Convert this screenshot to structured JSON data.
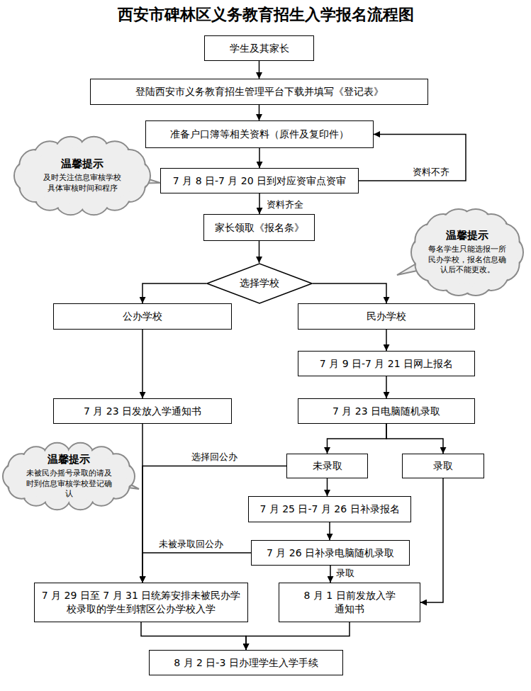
{
  "diagram": {
    "title": "西安市碑林区义务教育招生入学报名流程图",
    "nodes": [
      {
        "text": [
          "学生及其家长"
        ]
      },
      {
        "text": [
          "登陆西安市义务教育招生管理平台下载并填写《登记表》"
        ]
      },
      {
        "text": [
          "准备户口簿等相关资料（原件及复印件）"
        ]
      },
      {
        "text": [
          "7 月 8 日-7 月 20 日到对应资审点资审"
        ]
      },
      {
        "text": [
          "家长领取《报名条》"
        ]
      },
      {
        "text": [
          "选择学校"
        ]
      },
      {
        "text": [
          "公办学校"
        ]
      },
      {
        "text": [
          "民办学校"
        ]
      },
      {
        "text": [
          "7 月 9 日-7 月 21 日网上报名"
        ]
      },
      {
        "text": [
          "7 月 23 日发放入学通知书"
        ]
      },
      {
        "text": [
          "7 月 23 日电脑随机录取"
        ]
      },
      {
        "text": [
          "未录取"
        ]
      },
      {
        "text": [
          "录取"
        ]
      },
      {
        "text": [
          "7 月 25 日-7 月 26 日补录报名"
        ]
      },
      {
        "text": [
          "7 月 26 日补录电脑随机录取"
        ]
      },
      {
        "text": [
          "7 月 29 日至 7 月 31 日统筹安排未被民办学校录取的学生到辖区公办学校入学"
        ]
      },
      {
        "text": [
          "8 月 1 日前发放入学通知书"
        ]
      },
      {
        "text": [
          "8 月 2 日-3 日办理学生入学手续"
        ]
      },
      {
        "text": [
          "温馨提示",
          "及时关注信息审核学校具体审核时间和程序"
        ]
      },
      {
        "text": [
          "温馨提示",
          "每名学生只能选报一所民办学校，报名信息确认后不能更改。"
        ]
      },
      {
        "text": [
          "温馨提示",
          "未被民办摇号录取的请及时到信息审核学校登记确认"
        ]
      }
    ],
    "edges": [
      {
        "from": 0,
        "to": 1,
        "arrow": "to"
      },
      {
        "from": 1,
        "to": 2,
        "arrow": "to"
      },
      {
        "from": 2,
        "to": 3,
        "arrow": "to"
      },
      {
        "from": 3,
        "to": 2,
        "label": "资料不齐",
        "arrow": "to"
      },
      {
        "from": 3,
        "to": 4,
        "label": "资料齐全",
        "arrow": "to"
      },
      {
        "from": 4,
        "to": 5,
        "arrow": "to"
      },
      {
        "from": 5,
        "to": 6,
        "arrow": "to"
      },
      {
        "from": 5,
        "to": 7,
        "arrow": "to"
      },
      {
        "from": 6,
        "to": 9,
        "arrow": "to"
      },
      {
        "from": 7,
        "to": 8,
        "arrow": "to"
      },
      {
        "from": 8,
        "to": 10,
        "arrow": "to"
      },
      {
        "from": 9,
        "to": 15,
        "arrow": "to"
      },
      {
        "from": 10,
        "to": 11,
        "arrow": "to"
      },
      {
        "from": 10,
        "to": 12,
        "arrow": "to"
      },
      {
        "from": 11,
        "to": 15,
        "label": "选择回公办",
        "arrow": "to"
      },
      {
        "from": 11,
        "to": 13,
        "arrow": "to"
      },
      {
        "from": 13,
        "to": 14,
        "arrow": "to"
      },
      {
        "from": 14,
        "to": 15,
        "label": "未被录取回公办",
        "arrow": "to"
      },
      {
        "from": 14,
        "to": 16,
        "label": "录取",
        "arrow": "to"
      },
      {
        "from": 12,
        "to": 16,
        "arrow": "to"
      },
      {
        "from": 15,
        "to": 17,
        "arrow": "to"
      },
      {
        "from": 16,
        "to": 17,
        "arrow": "to"
      }
    ]
  }
}
